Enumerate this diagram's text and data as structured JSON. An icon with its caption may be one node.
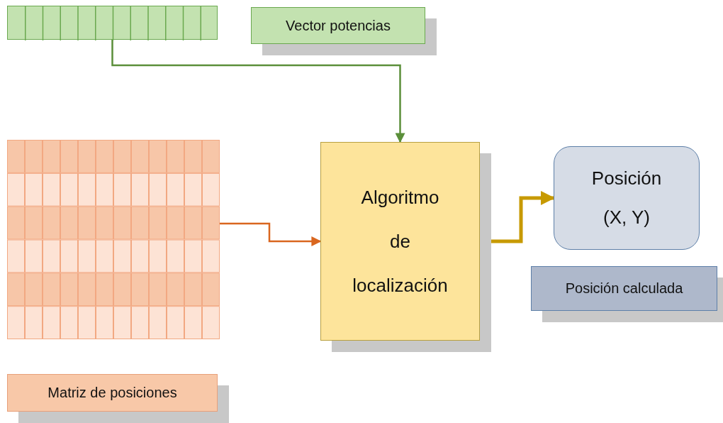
{
  "diagram": {
    "nodes": [
      {
        "text": [],
        "shape": "bar"
      },
      {
        "text": [
          "Vector potencias"
        ]
      },
      {
        "text": [],
        "shape": "box"
      },
      {
        "text": [
          "Algoritmo de localización"
        ]
      },
      {
        "text": [
          "Posición",
          "(X, Y)"
        ]
      },
      {
        "text": [
          "Posición calculada"
        ]
      },
      {
        "text": [
          "Matriz de posiciones"
        ]
      }
    ],
    "edges": [
      {
        "from": 0,
        "to": 3,
        "arrow": "to",
        "color": "#5b8f3a"
      },
      {
        "from": 2,
        "to": 3,
        "arrow": "to",
        "color": "#d9661f"
      },
      {
        "from": 3,
        "to": 4,
        "arrow": "to",
        "style": "thick",
        "color": "#c79a00"
      }
    ]
  }
}
